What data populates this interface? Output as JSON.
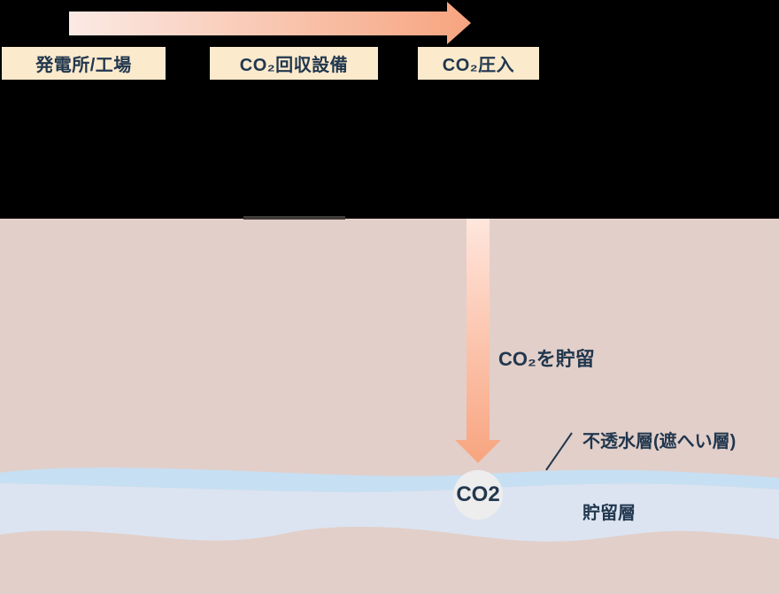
{
  "flow": {
    "steps": [
      {
        "label": "発電所/工場"
      },
      {
        "label": "CO₂回収設備"
      },
      {
        "label": "CO₂圧入"
      }
    ]
  },
  "underground": {
    "storage_arrow_label": "CO₂を貯留",
    "co2_bubble_label": "CO2",
    "caprock_label": "不透水層(遮へい層)",
    "reservoir_label": "貯留層"
  },
  "colors": {
    "background": "#000000",
    "ground": "#E2CFC9",
    "caprock_band": "#C6DFF3",
    "reservoir_band": "#DCE4F1",
    "label_box_fill": "#FCEACD",
    "text_navy": "#21374E",
    "h_arrow_start": "#FBEAE5",
    "h_arrow_end": "#F7A47F",
    "v_arrow_start": "#FFE6DD",
    "v_arrow_end": "#F8A47F",
    "co2_bubble_fill": "#EDEDED",
    "leader_line": "#24364E",
    "masked_artifact": "#3F3B38"
  }
}
